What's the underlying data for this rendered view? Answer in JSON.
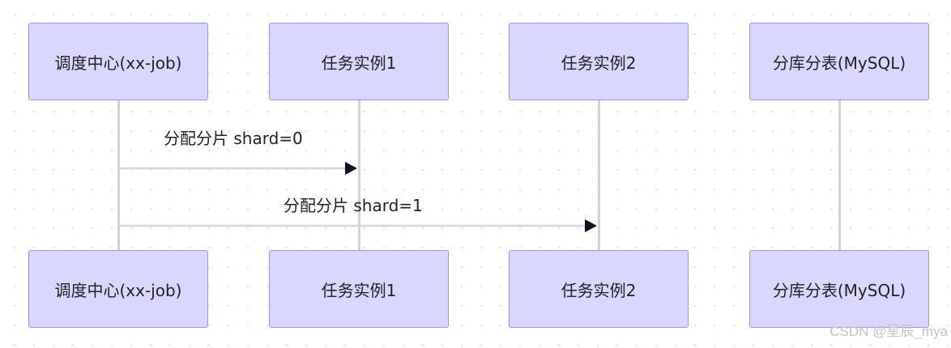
{
  "participants": [
    {
      "id": "scheduler",
      "label": "调度中心(xx-job)"
    },
    {
      "id": "task1",
      "label": "任务实例1"
    },
    {
      "id": "task2",
      "label": "任务实例2"
    },
    {
      "id": "db",
      "label": "分库分表(MySQL)"
    }
  ],
  "messages": [
    {
      "from": "scheduler",
      "to": "task1",
      "label": "分配分片 shard=0"
    },
    {
      "from": "scheduler",
      "to": "task2",
      "label": "分配分片 shard=1"
    }
  ],
  "colors": {
    "actor_fill": "#d9d7ff",
    "actor_border": "#9c95e6",
    "lifeline": "#d3d3d3",
    "arrow": "#111122"
  },
  "watermark": "CSDN @星辰_mya"
}
